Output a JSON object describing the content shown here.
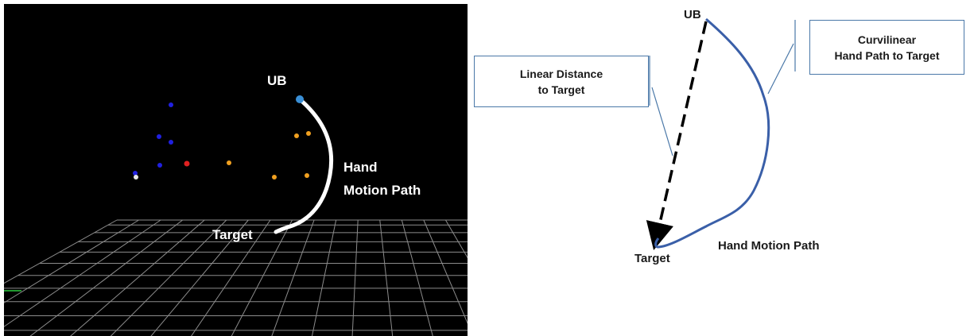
{
  "left_panel": {
    "start_label": "UB",
    "path_label_line1": "Hand",
    "path_label_line2": "Motion Path",
    "target_label": "Target",
    "colors": {
      "background": "#000000",
      "grid": "#9a9a9a",
      "path": "#ffffff",
      "start_marker": "#3a8fd6",
      "blue_markers": "#2020e0",
      "orange_markers": "#f0a020",
      "red_marker": "#e02020"
    }
  },
  "right_panel": {
    "start_label": "UB",
    "target_label": "Target",
    "path_label": "Hand Motion Path",
    "callout_linear_line1": "Linear Distance",
    "callout_linear_line2": "to Target",
    "callout_curvilinear_line1": "Curvilinear",
    "callout_curvilinear_line2": "Hand Path to Target",
    "colors": {
      "path": "#3a5fa8",
      "linear": "#000000",
      "callout_border": "#4a78a8"
    }
  }
}
